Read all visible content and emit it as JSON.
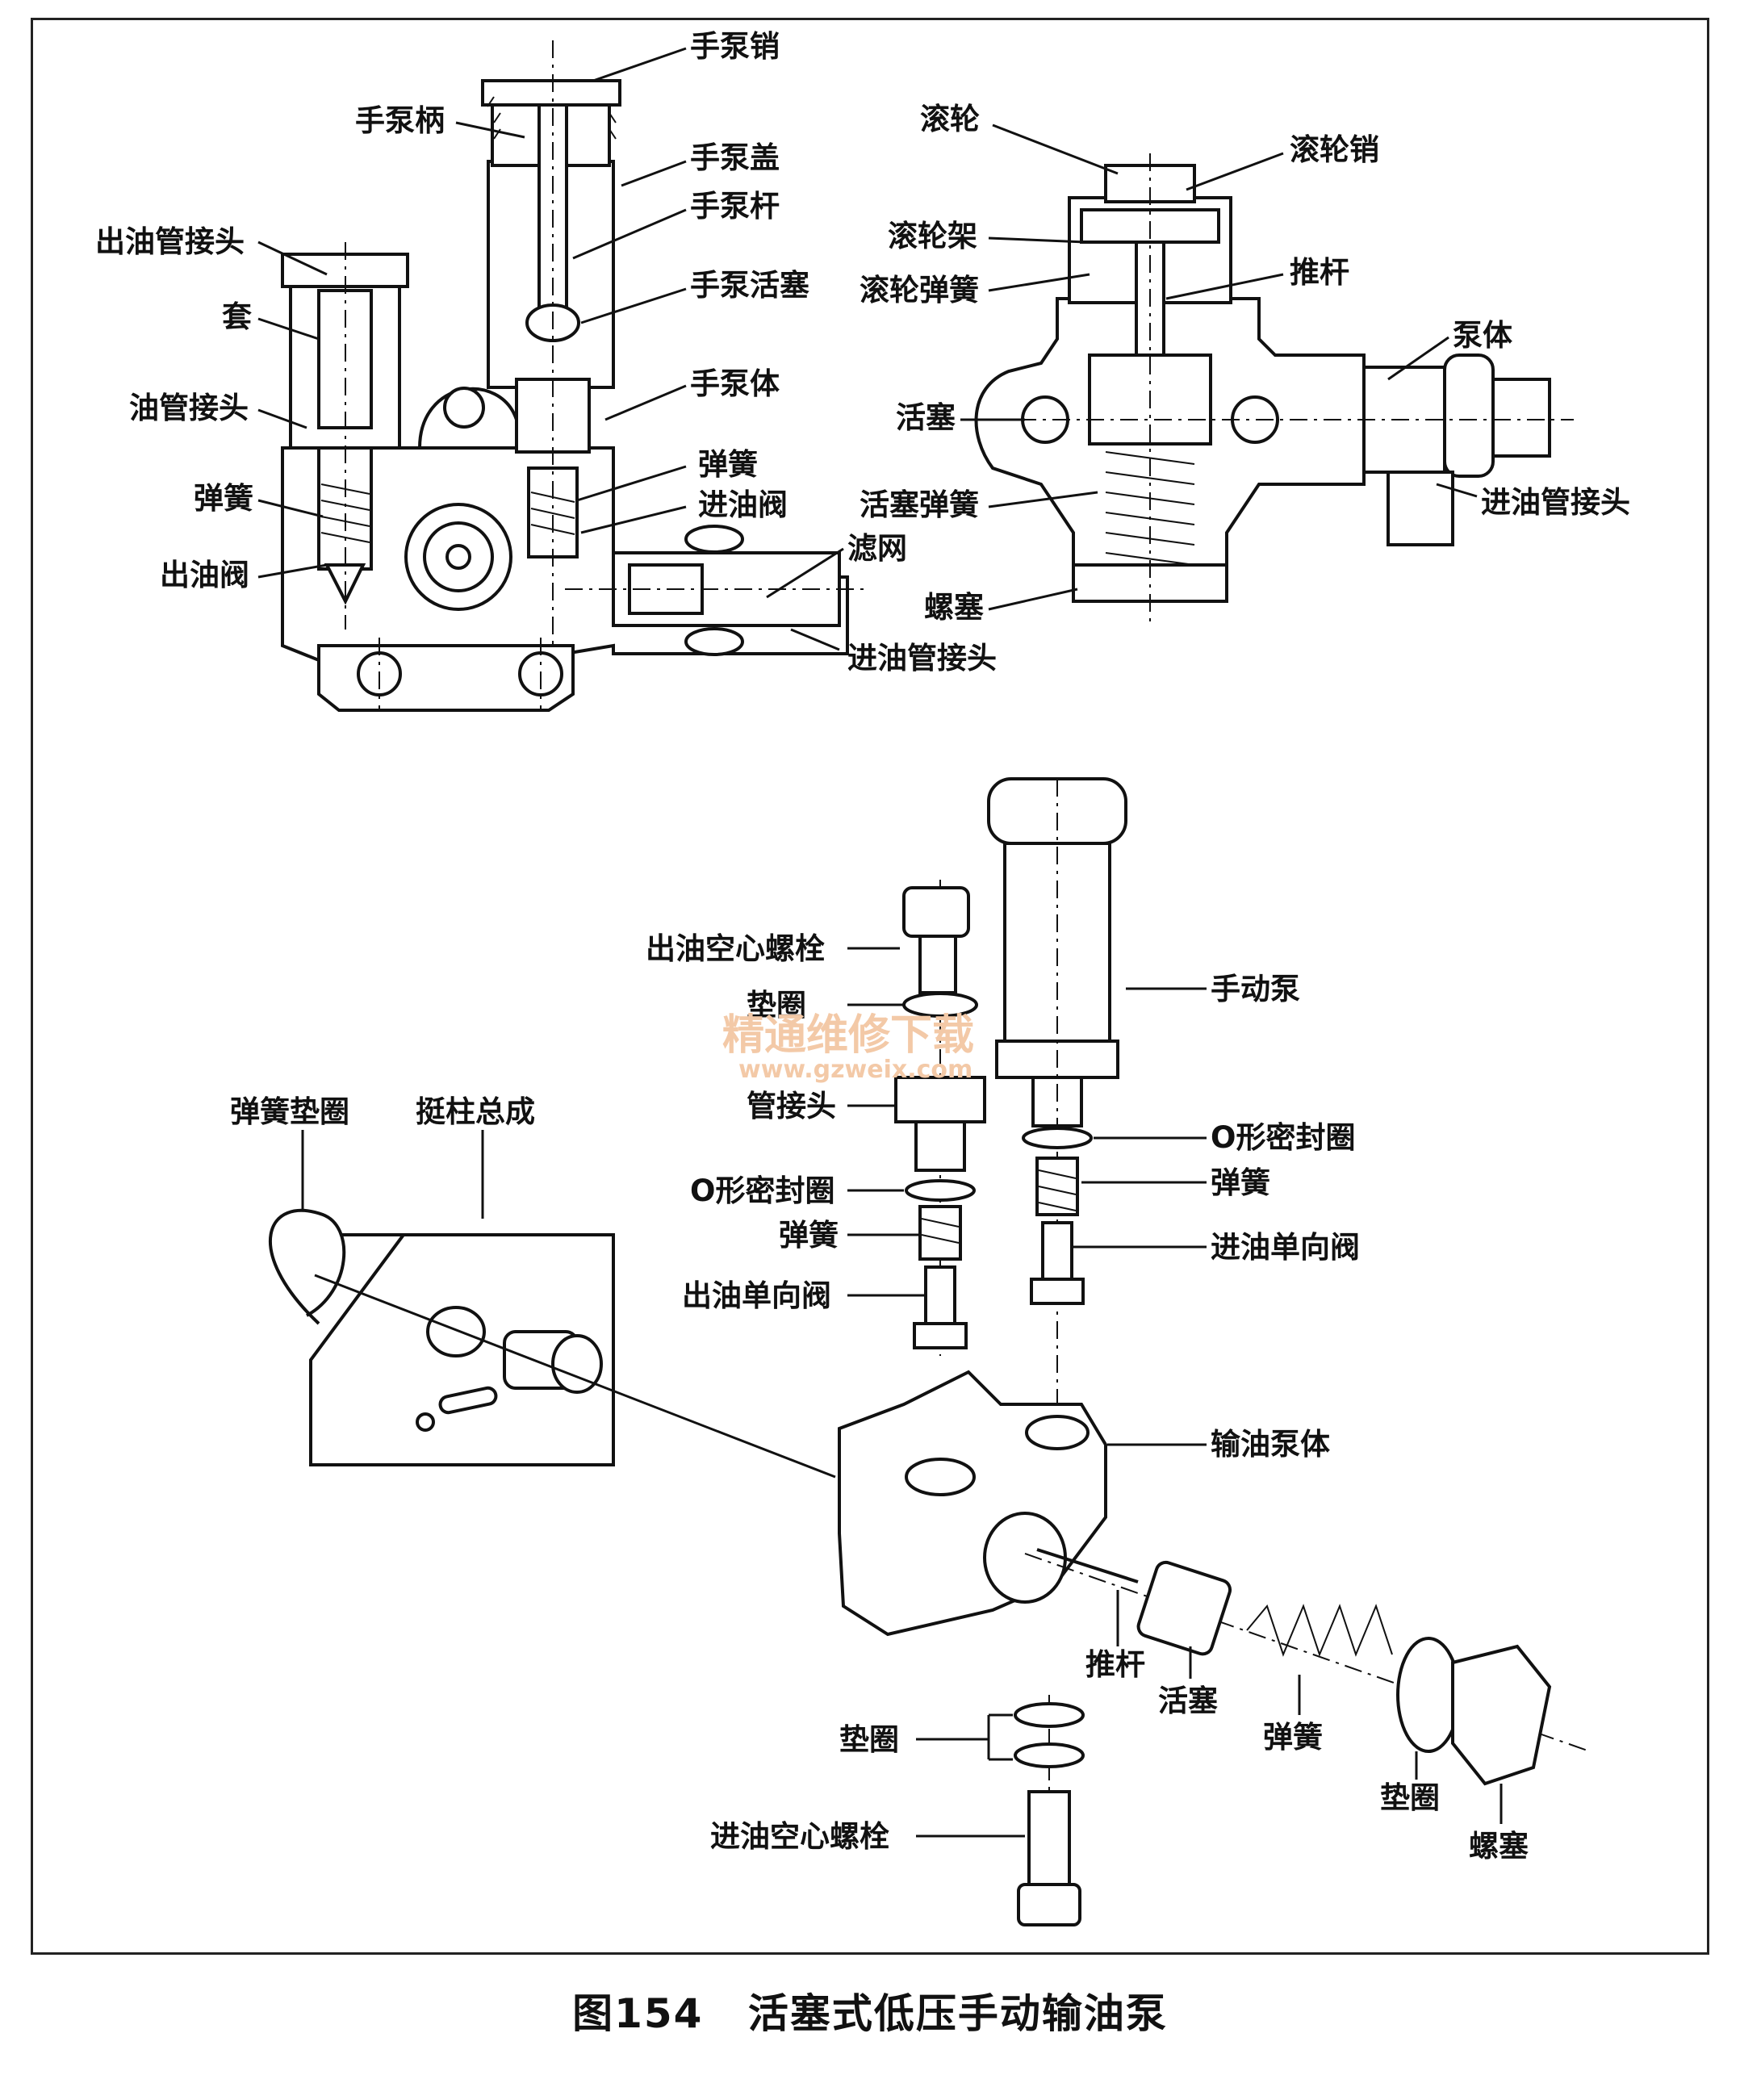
{
  "caption": {
    "figure": "图154",
    "title": "活塞式低压手动输油泵"
  },
  "watermark": {
    "line1": "精通维修下载",
    "line2": "www.gzweix.com"
  },
  "section_a_labels": {
    "shoubengxiao": "手泵销",
    "shoubengbing": "手泵柄",
    "shoubenggai": "手泵盖",
    "shoubenggan": "手泵杆",
    "chuyouguanjietou": "出油管接头",
    "shoubenghuosai": "手泵活塞",
    "tao": "套",
    "shoubengti": "手泵体",
    "youguanjietou": "油管接头",
    "tanhuang": "弹簧",
    "jinyoufa": "进油阀",
    "tanhuang2": "弹簧",
    "lvwang": "滤网",
    "chuyoufa": "出油阀",
    "jinyouguanjietou": "进油管接头"
  },
  "section_b_labels": {
    "gunlun": "滚轮",
    "gunlunxiao": "滚轮销",
    "gunlunjia": "滚轮架",
    "gunluntanhuang": "滚轮弹簧",
    "tuigan": "推杆",
    "bengti": "泵体",
    "huosai": "活塞",
    "huosaitanhuang": "活塞弹簧",
    "jinyouguanjietou": "进油管接头",
    "luosai": "螺塞"
  },
  "section_c_labels": {
    "chuyoukongxinluoshuan": "出油空心螺栓",
    "dianquan1": "垫圈",
    "shoudongbeng": "手动泵",
    "tanhuangdianquan": "弹簧垫圈",
    "tingzhuzongcheng": "挺柱总成",
    "guanjietou": "管接头",
    "oring_left": "O形密封圈",
    "oring_right": "O形密封圈",
    "tanhuang_left": "弹簧",
    "tanhuang_right": "弹簧",
    "jinyoudanxiangfa": "进油单向阀",
    "chuyoudanxiangfa": "出油单向阀",
    "shuyoubengti": "输油泵体",
    "tuigan": "推杆",
    "huosai": "活塞",
    "tanhuang_bottom": "弹簧",
    "dianquan2": "垫圈",
    "dianquan3": "垫圈",
    "luosai": "螺塞",
    "jinyoukongxinluoshuan": "进油空心螺栓"
  }
}
